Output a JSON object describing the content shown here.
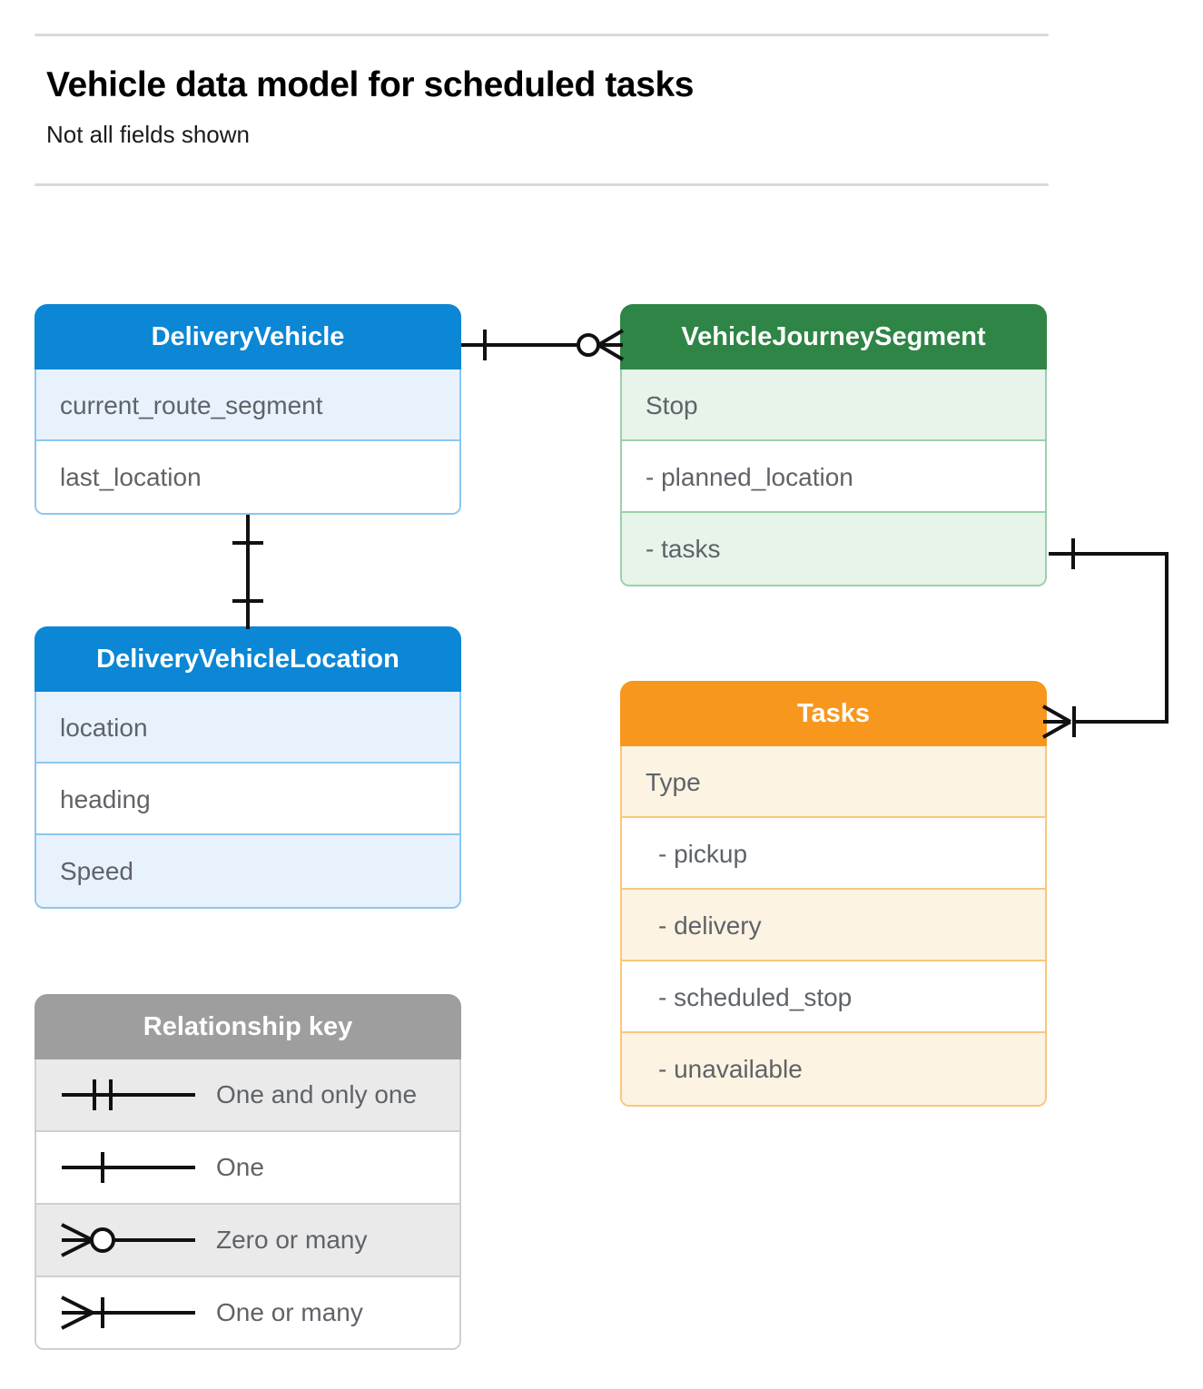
{
  "header": {
    "title": "Vehicle data model for scheduled tasks",
    "subtitle": "Not all fields shown"
  },
  "entities": [
    {
      "id": "delivery-vehicle",
      "name": "DeliveryVehicle",
      "color": "#0b87d6",
      "fields": [
        "current_route_segment",
        "last_location"
      ]
    },
    {
      "id": "vehicle-journey-segment",
      "name": "VehicleJourneySegment",
      "color": "#2e8545",
      "fields": [
        "Stop",
        "-  planned_location",
        "- tasks"
      ]
    },
    {
      "id": "delivery-vehicle-location",
      "name": "DeliveryVehicleLocation",
      "color": "#0b87d6",
      "fields": [
        "location",
        "heading",
        "Speed"
      ]
    },
    {
      "id": "tasks",
      "name": "Tasks",
      "color": "#f7971e",
      "fields": [
        "Type",
        "-  pickup",
        "-  delivery",
        "-  scheduled_stop",
        "-  unavailable"
      ]
    }
  ],
  "legend": {
    "title": "Relationship key",
    "color": "#9e9e9e",
    "rows": [
      {
        "symbol": "one-and-only-one-icon",
        "label": "One and only one"
      },
      {
        "symbol": "one-icon",
        "label": "One"
      },
      {
        "symbol": "zero-or-many-icon",
        "label": "Zero or many"
      },
      {
        "symbol": "one-or-many-icon",
        "label": "One or many"
      }
    ]
  },
  "relationships": [
    {
      "id": "dv-to-vjs",
      "from": "DeliveryVehicle",
      "to": "VehicleJourneySegment",
      "from_cardinality": "One",
      "to_cardinality": "Zero or many"
    },
    {
      "id": "dv-to-dvl",
      "from": "DeliveryVehicle",
      "to": "DeliveryVehicleLocation",
      "from_cardinality": "One",
      "to_cardinality": "One"
    },
    {
      "id": "vjs-tasks-to-tasks",
      "from": "VehicleJourneySegment",
      "to": "Tasks",
      "from_cardinality": "One",
      "to_cardinality": "One or many"
    }
  ]
}
